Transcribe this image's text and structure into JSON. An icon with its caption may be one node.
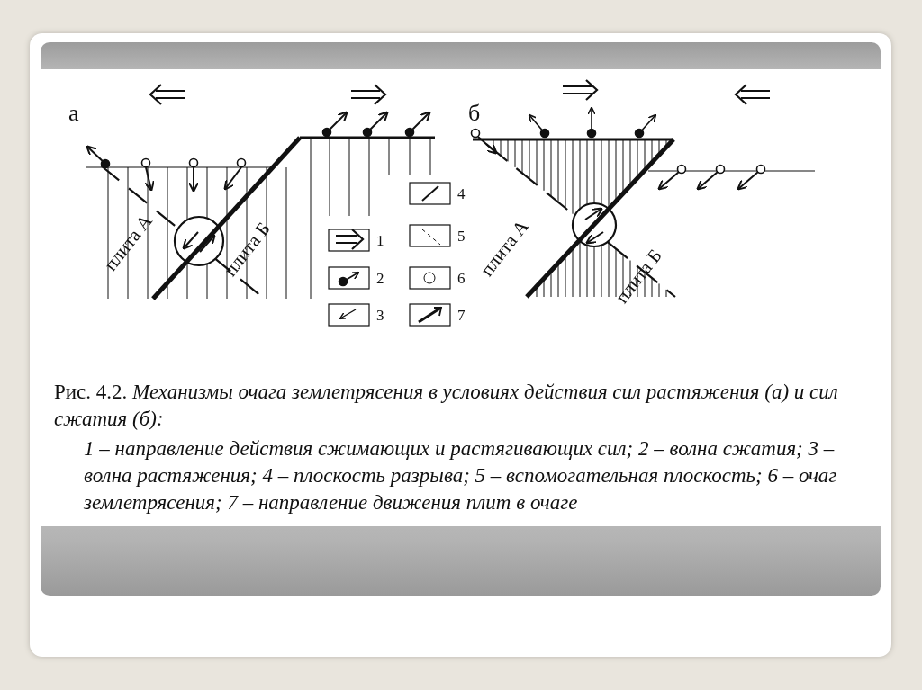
{
  "diagram": {
    "caption": "Рис. 4.2. *Механизмы очага землетрясения в условиях действия сил растяжения (а) и сил сжатия (б):*",
    "labels": [
      "а",
      "плита А",
      "плита Б",
      "б",
      "плита А",
      "плита Б",
      "1 – направление действия сжимающих и растягивающих сил; 2 – волна сжатия; 3 – волна растяжения; 4 – плоскость разрыва; 5 – вспомогательная плоскость; 6 – очаг землетрясения; 7 – направление движения плит в очаге"
    ],
    "legend": [
      {
        "text": "1"
      },
      {
        "text": "2"
      },
      {
        "text": "3"
      },
      {
        "text": "4"
      },
      {
        "text": "5"
      },
      {
        "text": "6"
      },
      {
        "text": "7"
      }
    ]
  }
}
